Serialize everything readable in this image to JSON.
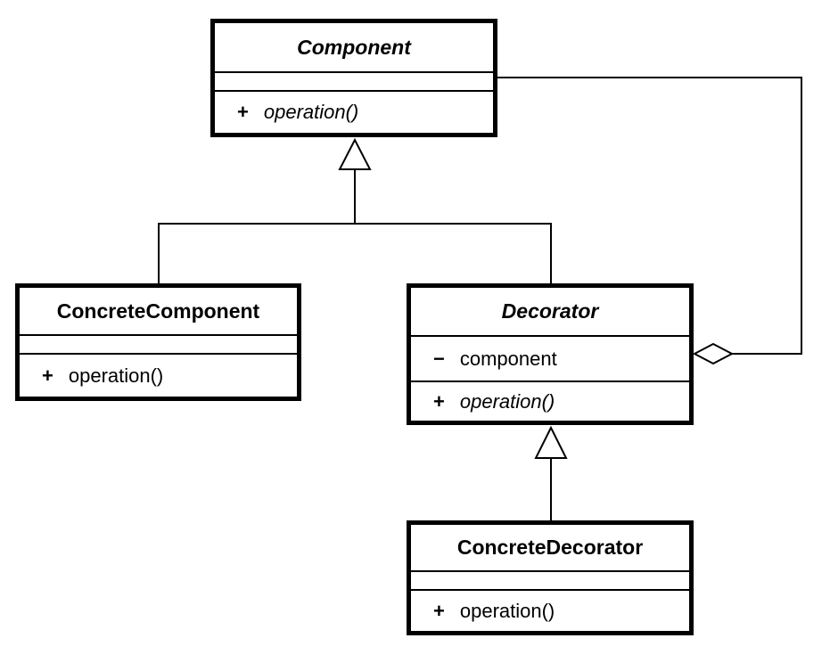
{
  "colors": {
    "line": "#000000",
    "background": "#ffffff"
  },
  "classes": {
    "component": {
      "name": "Component",
      "abstract": true,
      "attributes": [],
      "operations": [
        {
          "visibility": "+",
          "name": "operation()",
          "abstract": true
        }
      ]
    },
    "concreteComponent": {
      "name": "ConcreteComponent",
      "abstract": false,
      "attributes": [],
      "operations": [
        {
          "visibility": "+",
          "name": "operation()",
          "abstract": false
        }
      ]
    },
    "decorator": {
      "name": "Decorator",
      "abstract": true,
      "attributes": [
        {
          "visibility": "−",
          "name": "component"
        }
      ],
      "operations": [
        {
          "visibility": "+",
          "name": "operation()",
          "abstract": true
        }
      ]
    },
    "concreteDecorator": {
      "name": "ConcreteDecorator",
      "abstract": false,
      "attributes": [],
      "operations": [
        {
          "visibility": "+",
          "name": "operation()",
          "abstract": false
        }
      ]
    }
  },
  "relationships": [
    {
      "type": "generalization",
      "from": "ConcreteComponent",
      "to": "Component"
    },
    {
      "type": "generalization",
      "from": "Decorator",
      "to": "Component"
    },
    {
      "type": "generalization",
      "from": "ConcreteDecorator",
      "to": "Decorator"
    },
    {
      "type": "aggregation",
      "owner": "Decorator",
      "part": "Component"
    }
  ]
}
